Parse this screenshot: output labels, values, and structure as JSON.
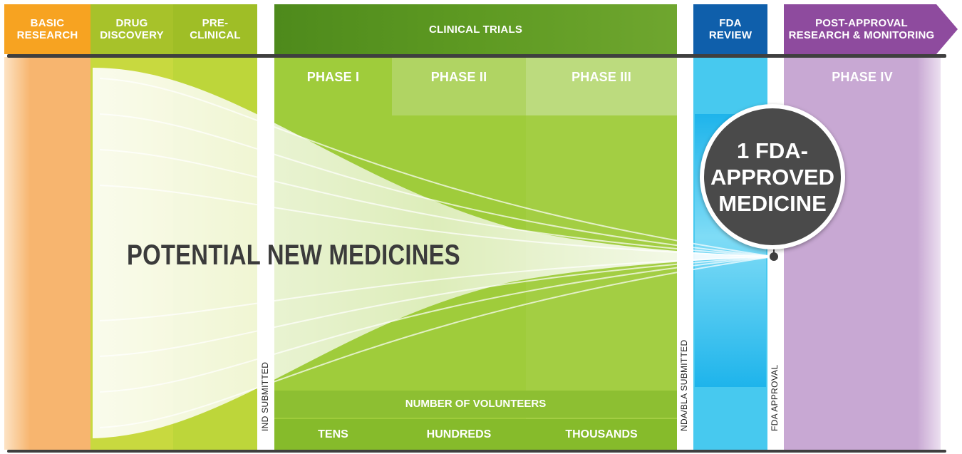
{
  "stages": {
    "basic_research": "BASIC RESEARCH",
    "drug_discovery": "DRUG DISCOVERY",
    "preclinical": "PRE- CLINICAL",
    "clinical_trials": "CLINICAL TRIALS",
    "fda_review": "FDA REVIEW",
    "post_approval": "POST-APPROVAL RESEARCH & MONITORING"
  },
  "stage_lines": {
    "basic_research": [
      "BASIC",
      "RESEARCH"
    ],
    "drug_discovery": [
      "DRUG",
      "DISCOVERY"
    ],
    "preclinical": [
      "PRE-",
      "CLINICAL"
    ],
    "fda_review": [
      "FDA",
      "REVIEW"
    ],
    "post_approval": [
      "POST-APPROVAL",
      "RESEARCH & MONITORING"
    ]
  },
  "phases": {
    "phase1": "PHASE I",
    "phase2": "PHASE II",
    "phase3": "PHASE III",
    "phase4": "PHASE IV"
  },
  "milestones": {
    "ind": "IND SUBMITTED",
    "nda": "NDA/BLA SUBMITTED",
    "approval": "FDA APPROVAL"
  },
  "volunteers": {
    "title": "NUMBER OF VOLUNTEERS",
    "phase1": "TENS",
    "phase2": "HUNDREDS",
    "phase3": "THOUSANDS"
  },
  "funnel_label": "POTENTIAL NEW MEDICINES",
  "result": {
    "lines": [
      "1 FDA-",
      "APPROVED",
      "MEDICINE"
    ]
  },
  "colors": {
    "basic_research": "#f9b233",
    "drug_discovery": "#b5cc2a",
    "preclinical": "#b5cc2a",
    "clinical_trials": "#7dab2c",
    "fda_review": "#1b8bd0",
    "post_approval": "#9b59a8",
    "result_circle": "#4a4a4a"
  }
}
